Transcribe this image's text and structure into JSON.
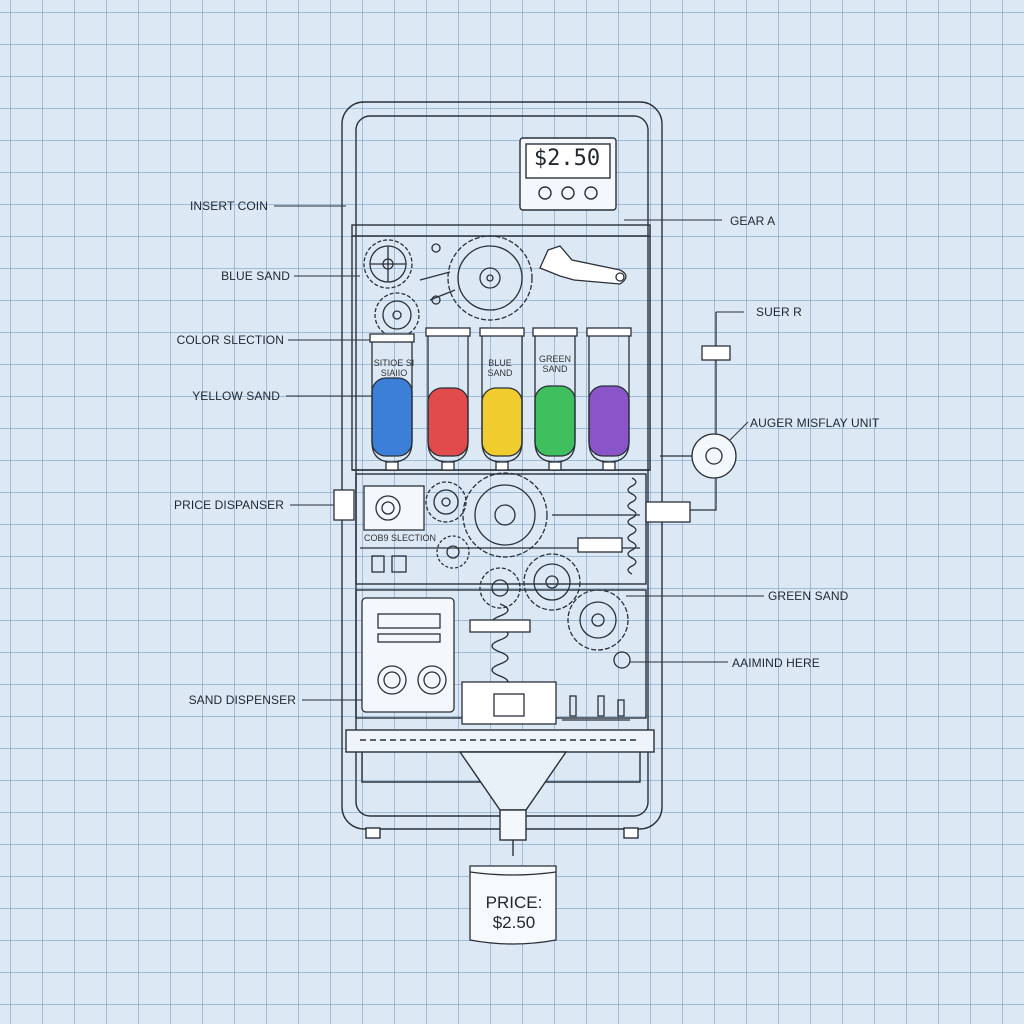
{
  "display": {
    "price": "$2.50"
  },
  "bag": {
    "line1": "PRICE:",
    "line2": "$2.50"
  },
  "labels_left": {
    "insert_coin": "INSERT COIN",
    "blue_sand": "BLUE SAND",
    "color_selection": "COLOR SLECTION",
    "yellow_sand": "YELLOW SAND",
    "price_dispenser": "PRICE DISPANSER",
    "sand_dispenser": "SAND DISPENSER"
  },
  "labels_right": {
    "gear_a": "GEAR A",
    "sueri": "SUER R",
    "auger": "AUGER MISFLAY UNIT",
    "green_sand": "GREEN SAND",
    "attend": "AAIMIND HERE"
  },
  "tubes": {
    "tube1": "SITIOE SI\nSIAIIO",
    "tube3": "BLUE\nSAND",
    "tube4": "GREEN\nSAND"
  },
  "panel": {
    "selection": "COB9 SLECTION"
  },
  "colors": {
    "line": "#2a3038",
    "blue": "#3b7fd9",
    "red": "#e24b4b",
    "yellow": "#f0cc2e",
    "green": "#3fbf5e",
    "purple": "#8a55c8"
  }
}
